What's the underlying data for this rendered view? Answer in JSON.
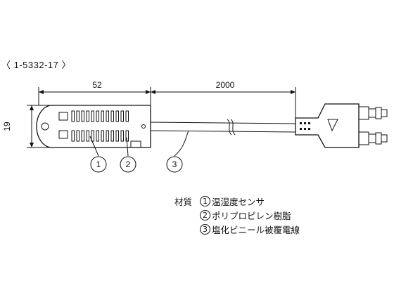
{
  "part_number": "〈 1-5332-17 〉",
  "dimensions": {
    "sensor_length": "52",
    "cable_length": "2000",
    "sensor_height": "19"
  },
  "callouts": [
    "1",
    "2",
    "3"
  ],
  "legend": {
    "title": "材質",
    "items": [
      {
        "num": "1",
        "label": "温湿度センサ"
      },
      {
        "num": "2",
        "label": "ポリプロピレン樹脂"
      },
      {
        "num": "3",
        "label": "塩化ビニール被覆電線"
      }
    ]
  }
}
